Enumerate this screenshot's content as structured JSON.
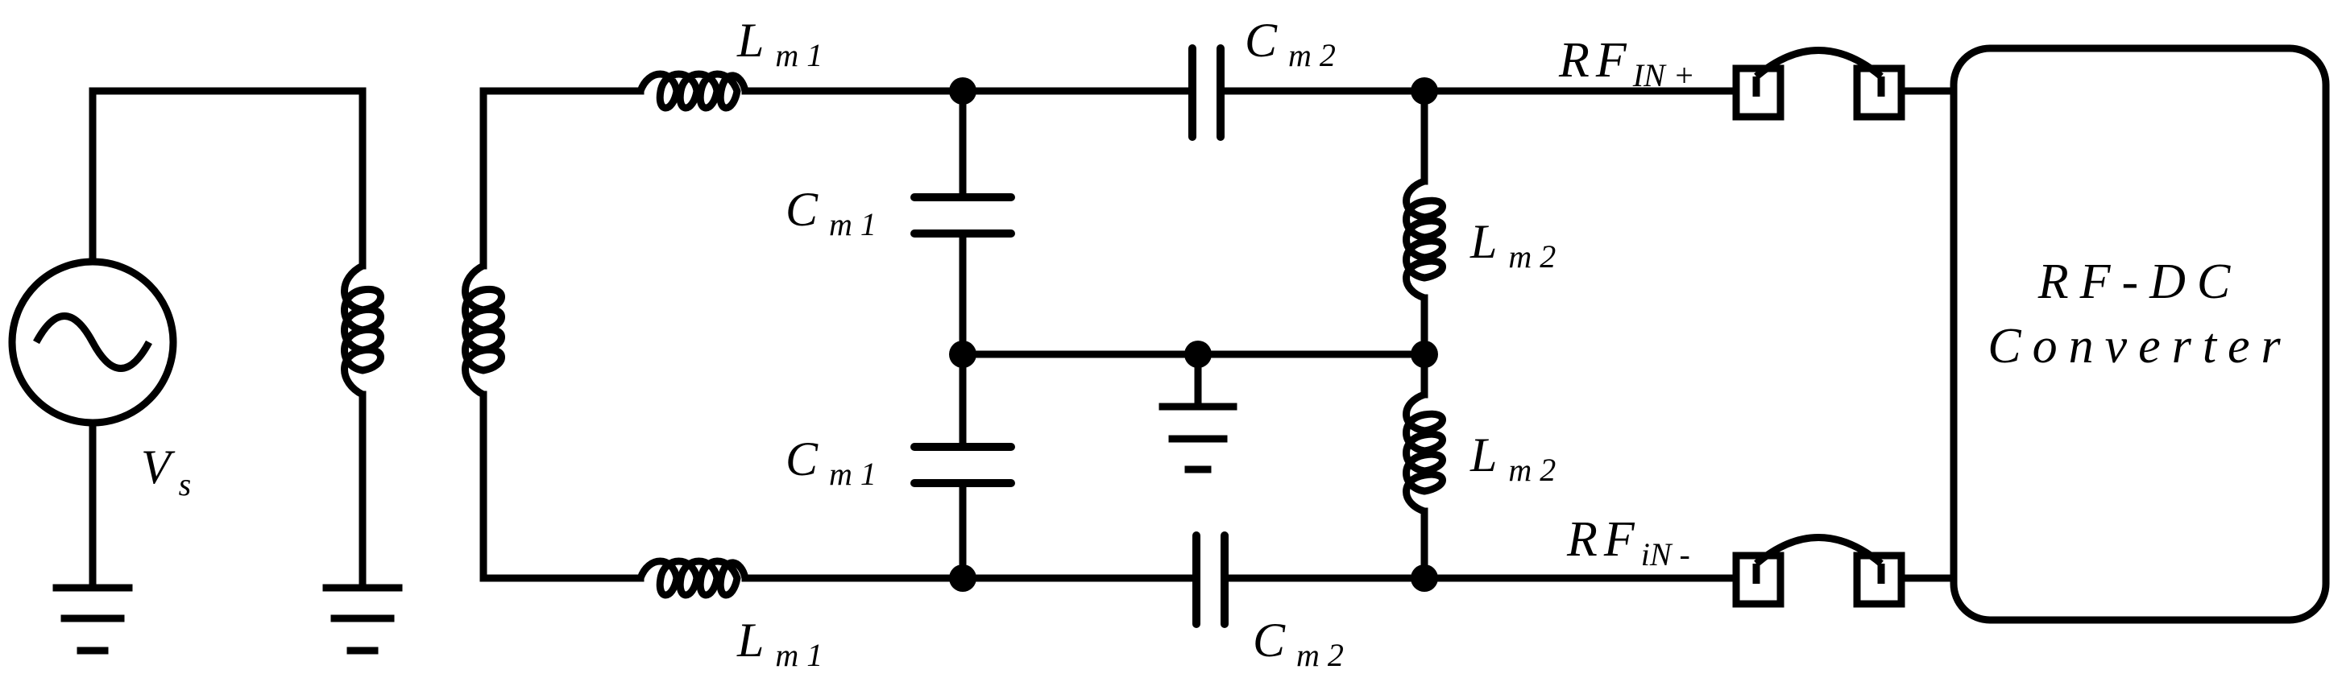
{
  "source": {
    "label": "V",
    "sub": "s"
  },
  "components": {
    "lm1_top": {
      "label": "L",
      "sub": "m 1"
    },
    "lm1_bot": {
      "label": "L",
      "sub": "m 1"
    },
    "cm2_top": {
      "label": "C",
      "sub": "m 2"
    },
    "cm2_bot": {
      "label": "C",
      "sub": "m 2"
    },
    "cm1_upper": {
      "label": "C",
      "sub": "m 1"
    },
    "cm1_lower": {
      "label": "C",
      "sub": "m 1"
    },
    "lm2_upper": {
      "label": "L",
      "sub": "m 2"
    },
    "lm2_lower": {
      "label": "L",
      "sub": "m 2"
    }
  },
  "ports": {
    "rf_in_plus": {
      "label": "RF",
      "sub": "IN +"
    },
    "rf_in_minus": {
      "label": "RF",
      "sub": "iN -"
    }
  },
  "converter": {
    "line1": "RF-DC",
    "line2": "Converter"
  },
  "colors": {
    "stroke": "#000000",
    "background": "#ffffff"
  }
}
